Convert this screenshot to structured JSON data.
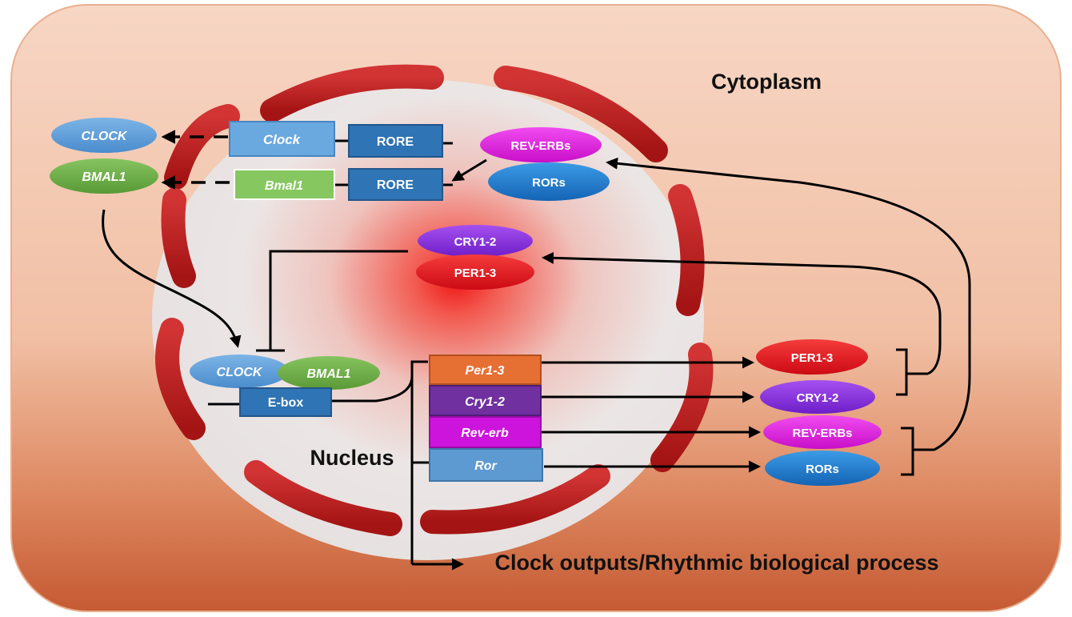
{
  "regions": {
    "cytoplasm": "Cytoplasm",
    "nucleus": "Nucleus",
    "outputs": "Clock outputs/Rhythmic biological process"
  },
  "cytoplasm_proteins": {
    "clock": "CLOCK",
    "bmal1": "BMAL1"
  },
  "nuclear_genes": {
    "clock": "Clock",
    "bmal1": "Bmal1",
    "rore_top": "RORE",
    "rore_bottom": "RORE"
  },
  "nuclear_proteins": {
    "rev_erbs": "REV-ERBs",
    "rors": "RORs",
    "cry": "CRY1-2",
    "per": "PER1-3",
    "clock_complex": "CLOCK",
    "bmal1_complex": "BMAL1",
    "ebox": "E-box"
  },
  "target_genes": {
    "per": "Per1-3",
    "cry": "Cry1-2",
    "rev_erb": "Rev-erb",
    "ror": "Ror"
  },
  "output_proteins": {
    "per": "PER1-3",
    "cry": "CRY1-2",
    "rev_erbs": "REV-ERBs",
    "rors": "RORs"
  },
  "colors": {
    "cell_fill": "#f3c7b0",
    "cell_fill_dark": "#c25a34",
    "envelope": "#b51e1e",
    "nucleus_fill": "#e8e5e4",
    "clock_blue": "#5b9bd5",
    "bmal_green": "#70ad47",
    "rore_blue": "#2e75b6",
    "rev_erb_magenta": "#e619e6",
    "ror_blue": "#1f7fd0",
    "cry_purple": "#8a2be2",
    "per_red": "#e8141e",
    "per_gene_orange": "#e86c32",
    "cry_gene_purple": "#7030a0",
    "ror_gene_blue": "#5b9bd5"
  }
}
